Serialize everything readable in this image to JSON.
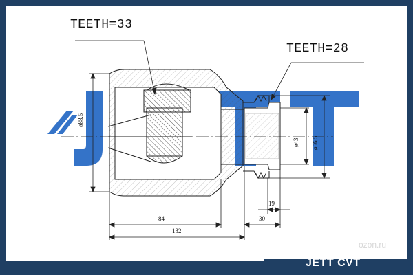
{
  "brand": {
    "watermark_letters": "JETT",
    "footer_text": "JETT CVT",
    "watermark_site": "ozon.ru"
  },
  "labels": {
    "teeth_left": "TEETH=33",
    "teeth_right": "TEETH=28"
  },
  "dimensions": {
    "d_left": "ø88.5",
    "d_mid": "ø43",
    "d_right": "ø56.5",
    "len_84": "84",
    "len_132": "132",
    "len_30": "30",
    "len_19": "19"
  },
  "colors": {
    "frame": "#1f3f63",
    "watermark": "#2a6cc6",
    "line": "#222222"
  }
}
